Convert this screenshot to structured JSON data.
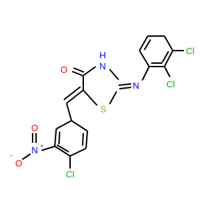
{
  "molecule": {
    "atoms": {
      "O_carbonyl": "O",
      "N_ring": "N",
      "H_ring": "H",
      "S_ring": "S",
      "N_imine": "N",
      "Cl_1": "Cl",
      "Cl_2": "Cl",
      "Cl_3": "Cl",
      "N_nitro": "N",
      "N_nitro_charge": "+",
      "O_nitro_top": "O",
      "O_nitro_left": "O",
      "O_nitro_charge": "−"
    },
    "colors": {
      "bond": "#000000",
      "oxygen": "#ff0000",
      "nitrogen": "#0000ff",
      "sulfur": "#b3a400",
      "chlorine": "#00b400"
    }
  }
}
